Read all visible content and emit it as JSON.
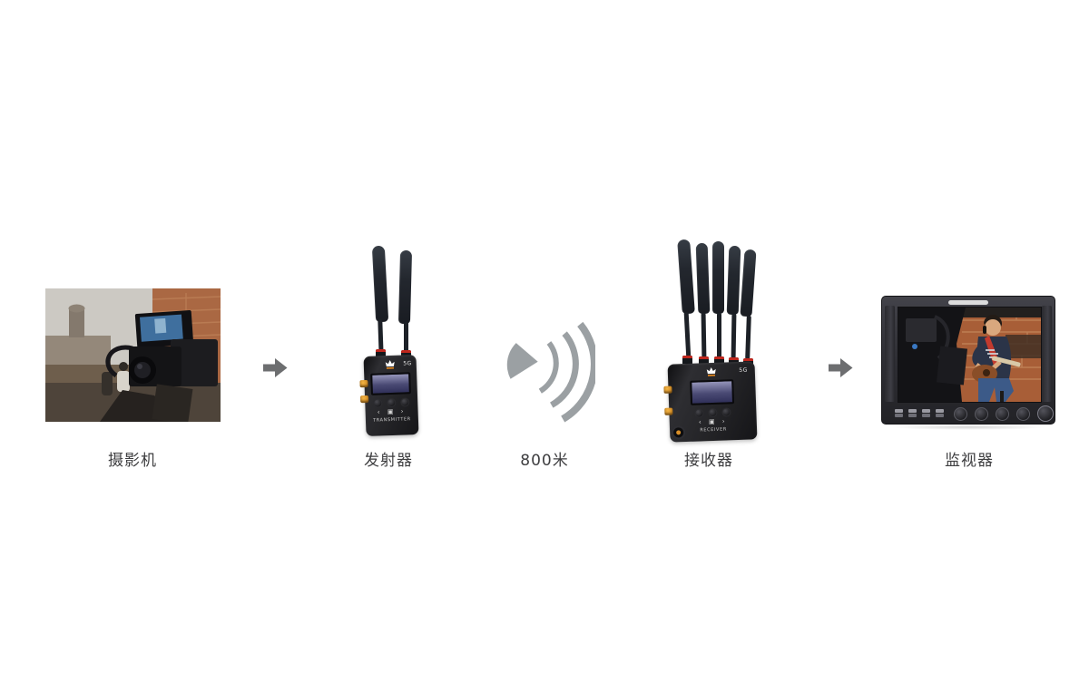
{
  "diagram": {
    "nodes": [
      {
        "id": "camera",
        "label": "摄影机"
      },
      {
        "id": "transmitter",
        "label": "发射器",
        "badge": "5G",
        "device_name": "TRANSMITTER",
        "nav_controls": "‹ ▣ ›"
      },
      {
        "id": "wireless-link",
        "label": "800米"
      },
      {
        "id": "receiver",
        "label": "接收器",
        "badge": "5G",
        "device_name": "RECEIVER",
        "nav_controls": "‹ ▣ ›"
      },
      {
        "id": "monitor",
        "label": "监视器"
      }
    ],
    "connectors": [
      "arrow-right",
      "wireless-signal-800m",
      "arrow-right"
    ]
  },
  "icons": {
    "arrow": "arrow-right-icon",
    "signal": "wireless-signal-icon",
    "antenna": "antenna-icon",
    "logo": "brand-crown-logo-icon"
  },
  "colors": {
    "background": "#ffffff",
    "arrow_gray": "#6d6e70",
    "signal_gray": "#9ba0a3",
    "label_text": "#3e3e40",
    "device_black": "#1b1b1e",
    "connector_orange": "#d98e28",
    "antenna_ring_red": "#bf261c",
    "lcd_blue": "#4a4a74"
  }
}
